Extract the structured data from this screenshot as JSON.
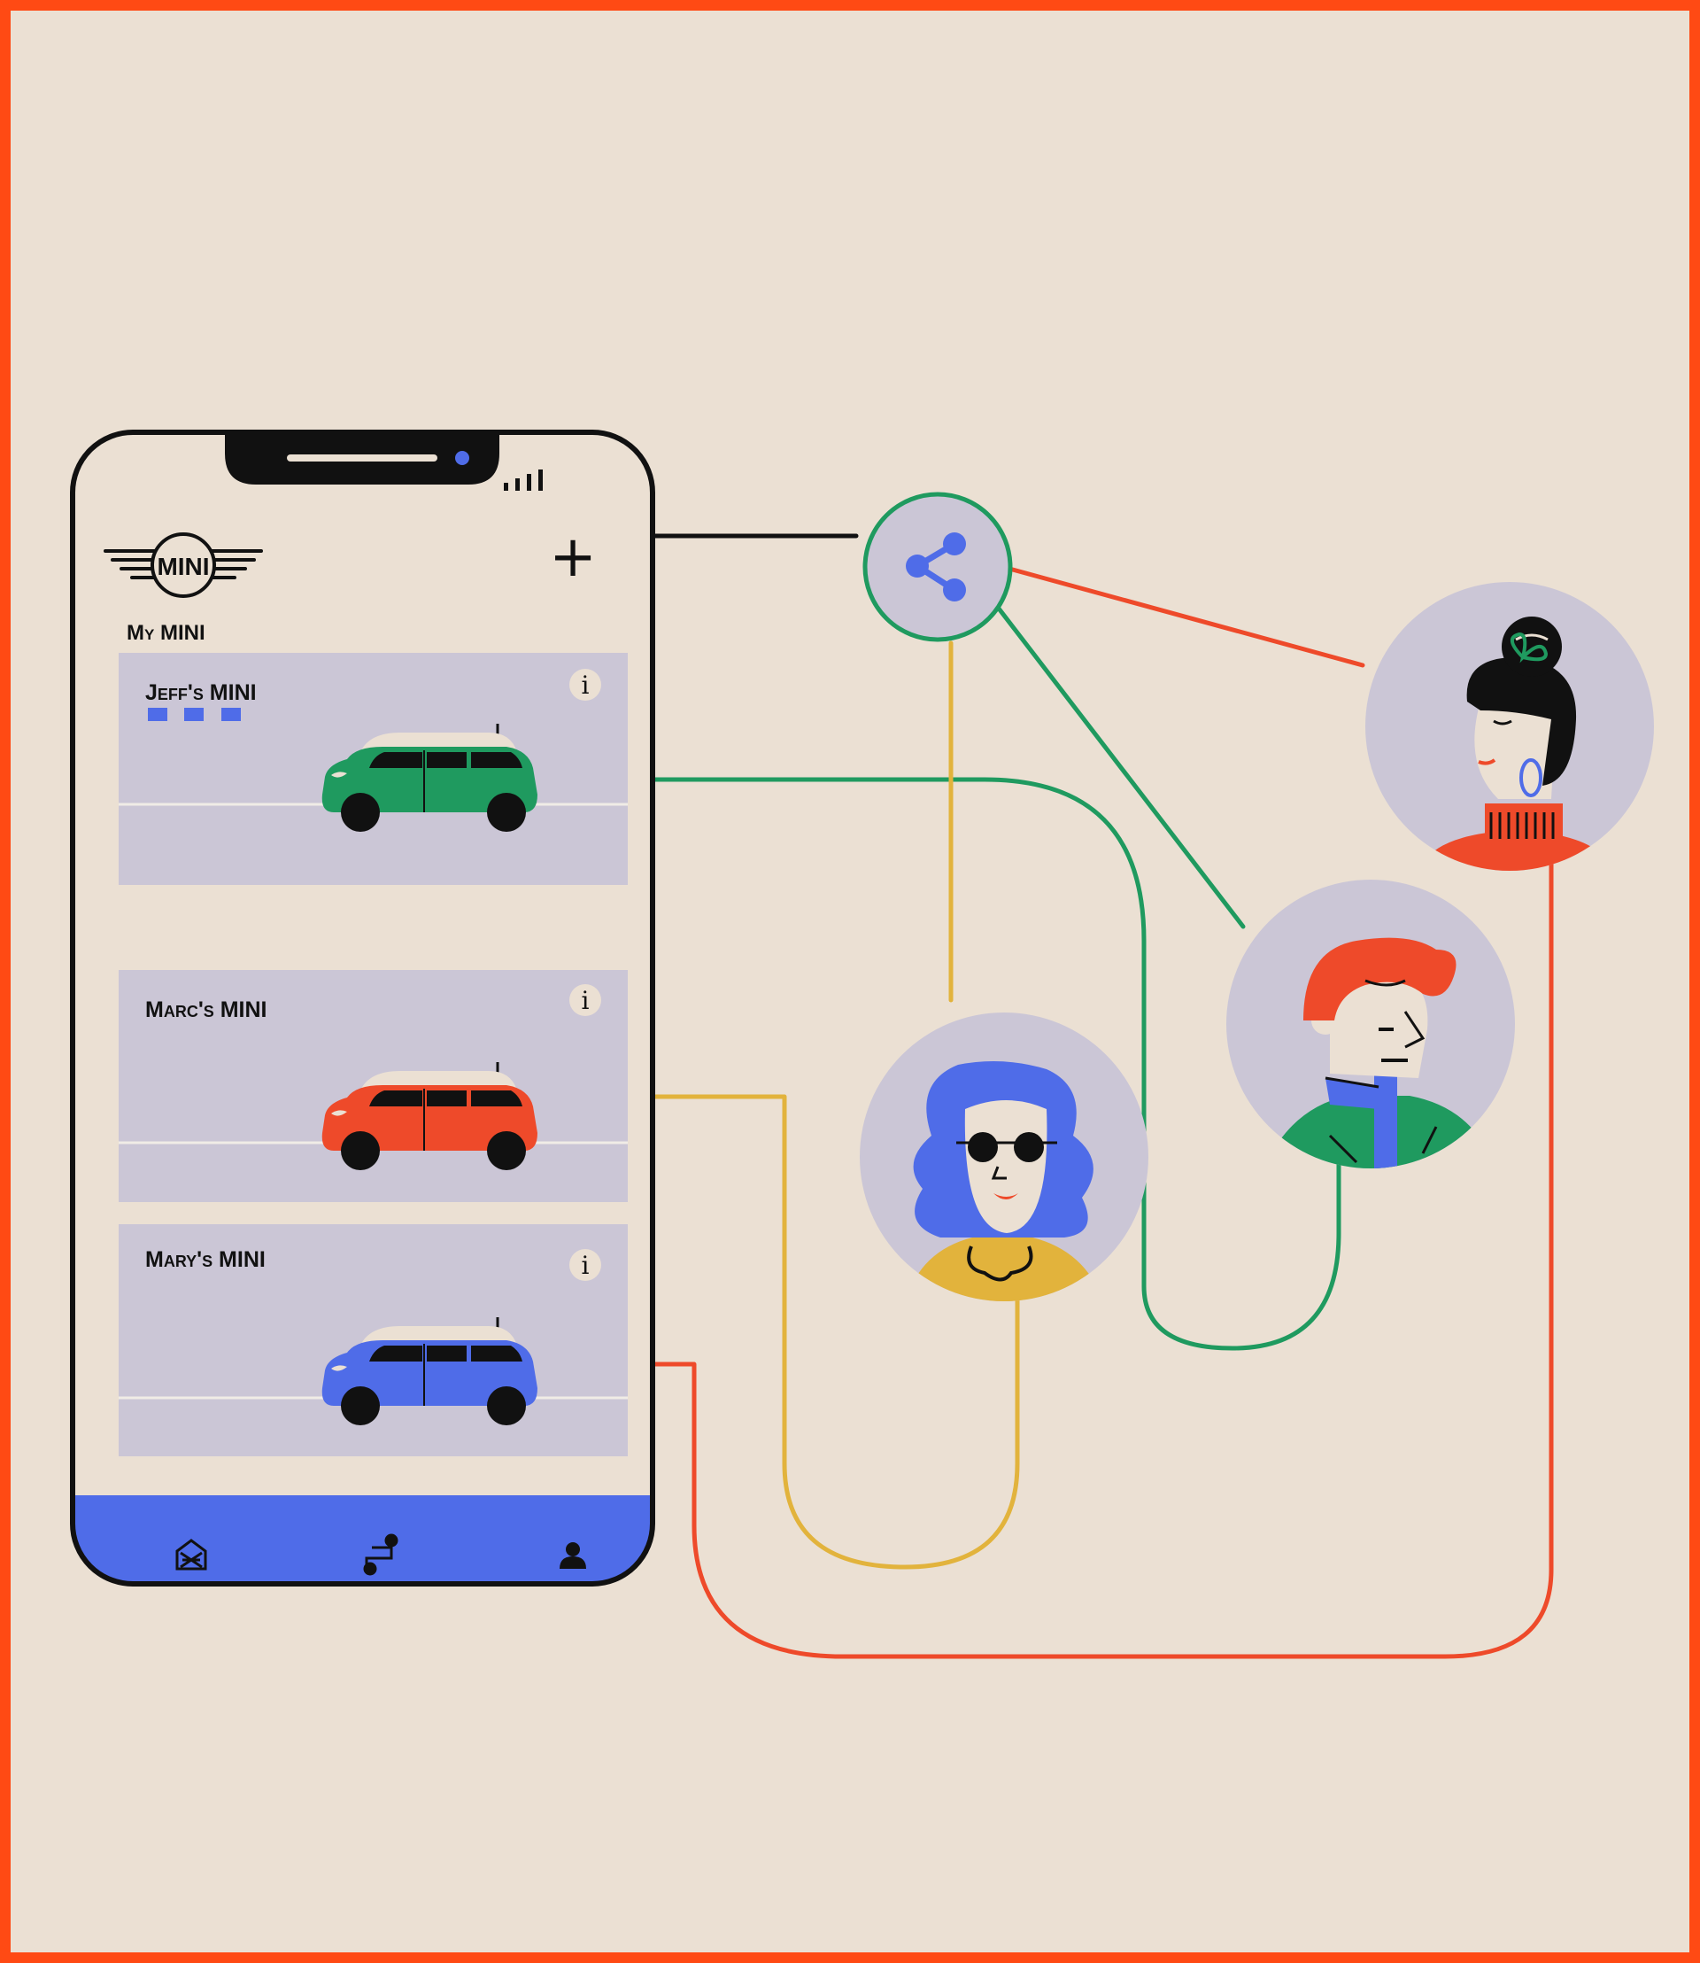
{
  "app": {
    "logo_text": "MINI",
    "section_title": "My MINI"
  },
  "header": {
    "add_symbol": "+"
  },
  "cars": [
    {
      "label": "Jeff's MINI",
      "info_symbol": "i",
      "color": "#1f9a5f",
      "status_dots": 3
    },
    {
      "label": "Marc's MINI",
      "info_symbol": "i",
      "color": "#ee4a2a",
      "status_dots": 0
    },
    {
      "label": "Mary's MINI",
      "info_symbol": "i",
      "color": "#4f6ce8",
      "status_dots": 0
    }
  ],
  "tabbar": {
    "items": [
      {
        "icon": "car-home-icon"
      },
      {
        "icon": "route-map-icon"
      },
      {
        "icon": "profile-icon"
      }
    ]
  },
  "share_hub": {
    "icon": "share-icon"
  },
  "people": [
    {
      "icon": "woman-bun-avatar-icon"
    },
    {
      "icon": "man-red-hair-avatar-icon"
    },
    {
      "icon": "woman-blue-hair-avatar-icon"
    }
  ],
  "colors": {
    "background": "#ebe0d3",
    "frame": "#ff4a14",
    "card": "#cbc6d6",
    "accent_blue": "#4f6ce8",
    "green": "#1f9a5f",
    "red": "#ee4a2a",
    "yellow": "#e2b33c"
  }
}
